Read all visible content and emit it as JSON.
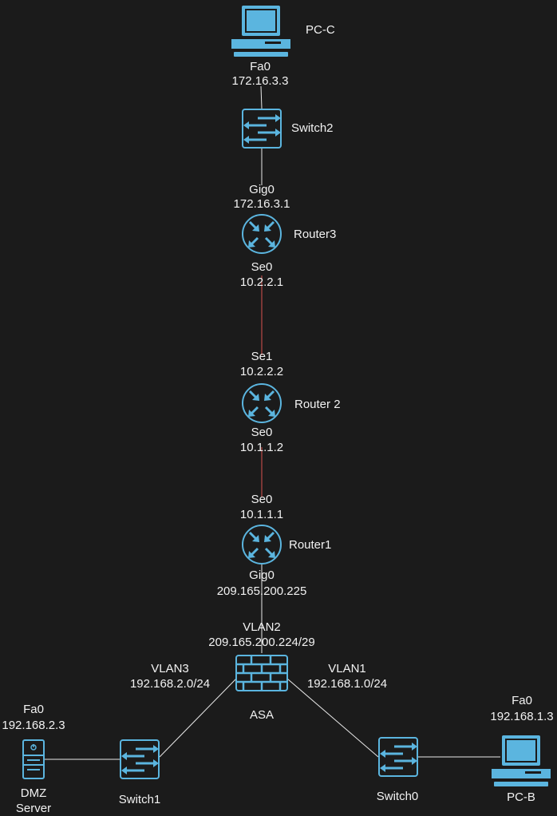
{
  "devices": {
    "pc_c": {
      "name": "PC-C",
      "iface": "Fa0",
      "ip": "172.16.3.3"
    },
    "switch2": {
      "name": "Switch2"
    },
    "router3": {
      "name": "Router3",
      "top_iface": "Gig0",
      "top_ip": "172.16.3.1",
      "bottom_iface": "Se0",
      "bottom_ip": "10.2.2.1"
    },
    "router2": {
      "name": "Router 2",
      "top_iface": "Se1",
      "top_ip": "10.2.2.2",
      "bottom_iface": "Se0",
      "bottom_ip": "10.1.1.2"
    },
    "router1": {
      "name": "Router1",
      "top_iface": "Se0",
      "top_ip": "10.1.1.1",
      "bottom_iface": "Gig0",
      "bottom_ip": "209.165.200.225"
    },
    "asa": {
      "name": "ASA",
      "vlan2": {
        "label": "VLAN2",
        "net": "209.165.200.224/29"
      },
      "vlan3": {
        "label": "VLAN3",
        "net": "192.168.2.0/24"
      },
      "vlan1": {
        "label": "VLAN1",
        "net": "192.168.1.0/24"
      }
    },
    "switch1": {
      "name": "Switch1"
    },
    "switch0": {
      "name": "Switch0"
    },
    "dmz": {
      "name_line1": "DMZ",
      "name_line2": "Server",
      "iface": "Fa0",
      "ip": "192.168.2.3"
    },
    "pc_b": {
      "name": "PC-B",
      "iface": "Fa0",
      "ip": "192.168.1.3"
    }
  },
  "colors": {
    "background": "#1b1b1b",
    "device": "#5bb5df",
    "ethernet_link": "#e8e8e8",
    "serial_link": "#d9534f"
  }
}
